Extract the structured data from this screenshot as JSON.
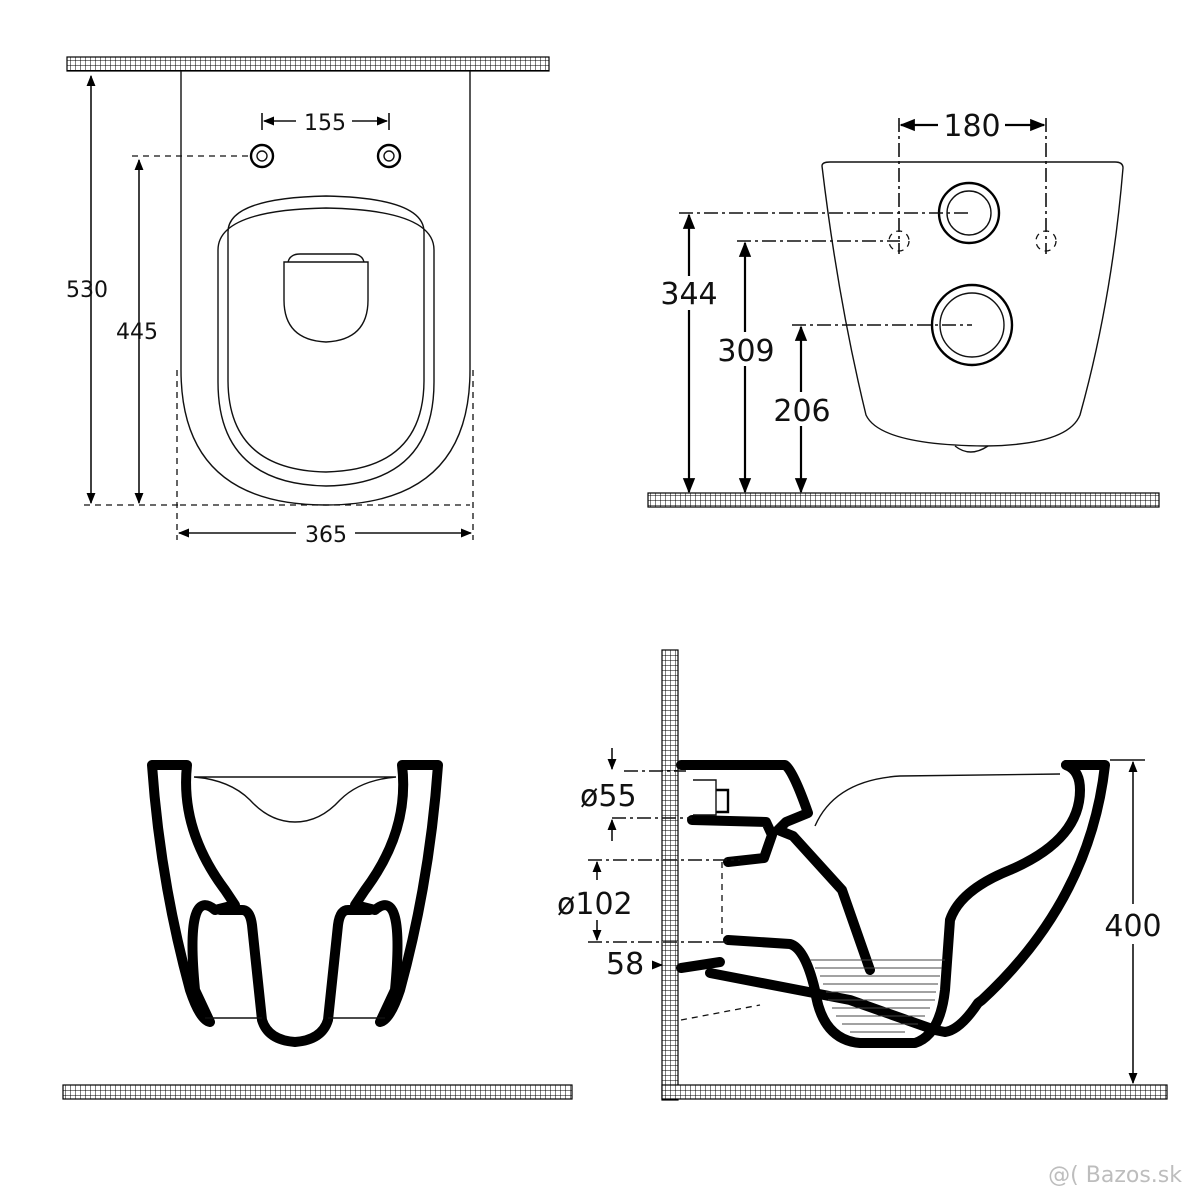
{
  "views": {
    "top": {
      "dim_total_depth": "530",
      "dim_fixing_depth": "445",
      "dim_fixing_spacing": "155",
      "dim_width": "365"
    },
    "rear": {
      "dim_bolt_spacing": "180",
      "dim_upper_outlet_height": "344",
      "dim_bolt_height": "309",
      "dim_lower_outlet_height": "206"
    },
    "front": {},
    "side": {
      "dim_inlet_diameter": "ø55",
      "dim_outlet_diameter": "ø102",
      "dim_outlet_offset": "58",
      "dim_rim_height": "400"
    }
  },
  "watermark": "@( Bazos.sk",
  "pattern": {
    "color": "#000000"
  }
}
